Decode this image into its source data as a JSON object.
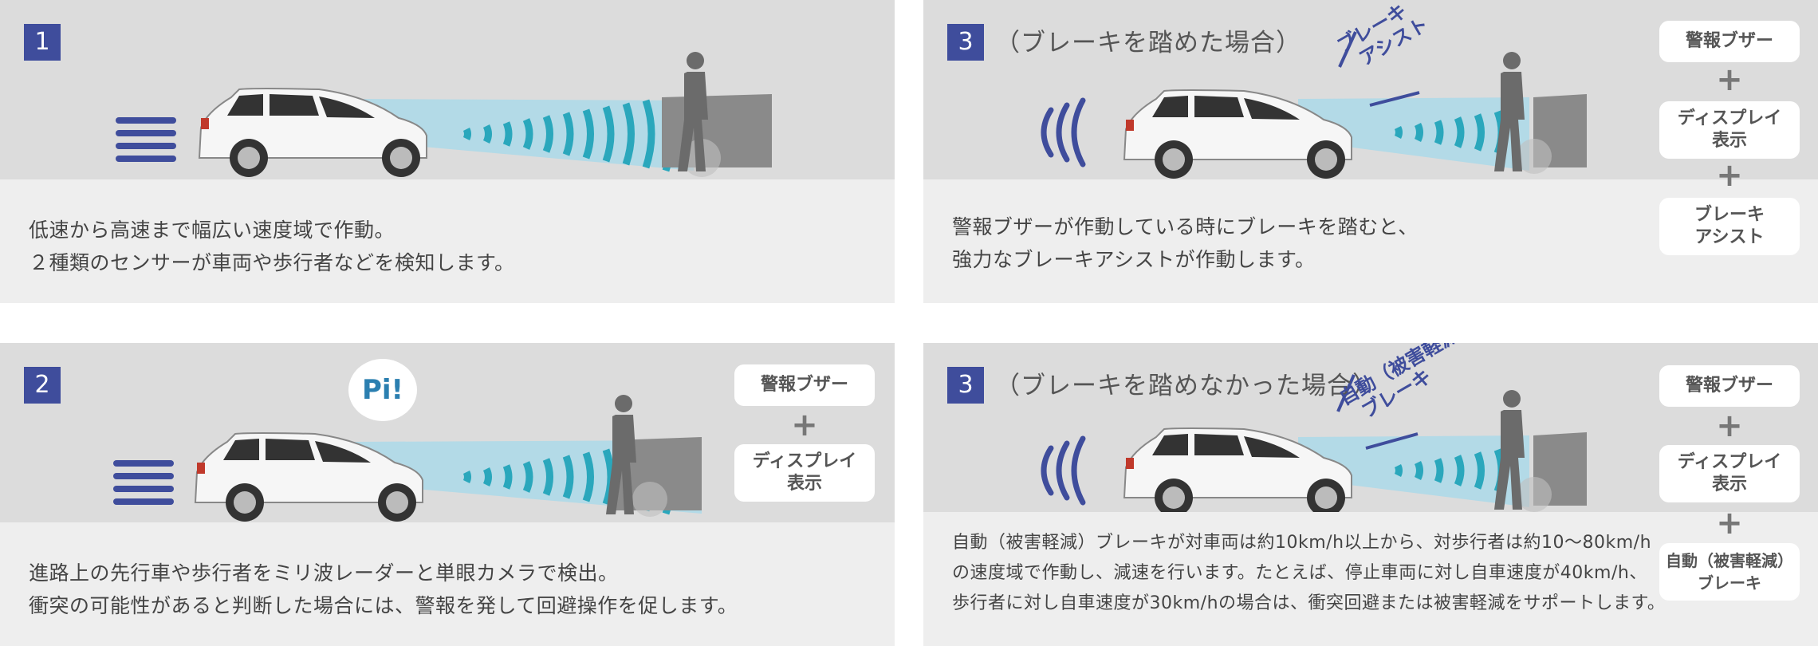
{
  "panels": {
    "p1": {
      "number": "1",
      "desc_lines": [
        "低速から高速まで幅広い速度域で作動。",
        "２種類のセンサーが車両や歩行者などを検知します。"
      ]
    },
    "p2": {
      "number": "2",
      "bubble": "Pi!",
      "side_boxes": [
        "警報ブザー",
        "ディスプレイ\n表示"
      ],
      "plus": "+",
      "desc_lines": [
        "進路上の先行車や歩行者をミリ波レーダーと単眼カメラで検出。",
        "衝突の可能性があると判断した場合には、警報を発して回避操作を促します。"
      ]
    },
    "p3a": {
      "number": "3",
      "heading": "（ブレーキを踏めた場合）",
      "tag_lines": [
        "ブレーキ",
        "アシスト"
      ],
      "side_boxes": [
        "警報ブザー",
        "ディスプレイ\n表示",
        "ブレーキ\nアシスト"
      ],
      "plus": "+",
      "desc_lines": [
        "警報ブザーが作動している時にブレーキを踏むと、",
        "強力なブレーキアシストが作動します。"
      ]
    },
    "p3b": {
      "number": "3",
      "heading": "（ブレーキを踏めなかった場合）",
      "tag_lines": [
        "自動（被害軽減）",
        "ブレーキ"
      ],
      "side_boxes": [
        "警報ブザー",
        "ディスプレイ\n表示",
        "自動（被害軽減）\nブレーキ"
      ],
      "plus": "+",
      "desc_lines": [
        "自動（被害軽減）ブレーキが対車両は約10km/h以上から、対歩行者は約10〜80km/h",
        "の速度域で作動し、減速を行います。たとえば、停止車両に対し自車速度が40km/h、",
        "歩行者に対し自車速度が30km/hの場合は、衝突回避または被害軽減をサポートします。"
      ]
    }
  },
  "colors": {
    "accent": "#3f4d9c",
    "beam": "#a9d9ea",
    "wave": "#2aa7bc",
    "scene_bg": "#dcdcdc",
    "desc_bg": "#eeeeee"
  },
  "icons": [
    "car-icon",
    "pedestrian-icon",
    "obstacle-vehicle-icon",
    "radar-wave-icon",
    "speed-lines-icon",
    "buzzer-sound-icon"
  ]
}
